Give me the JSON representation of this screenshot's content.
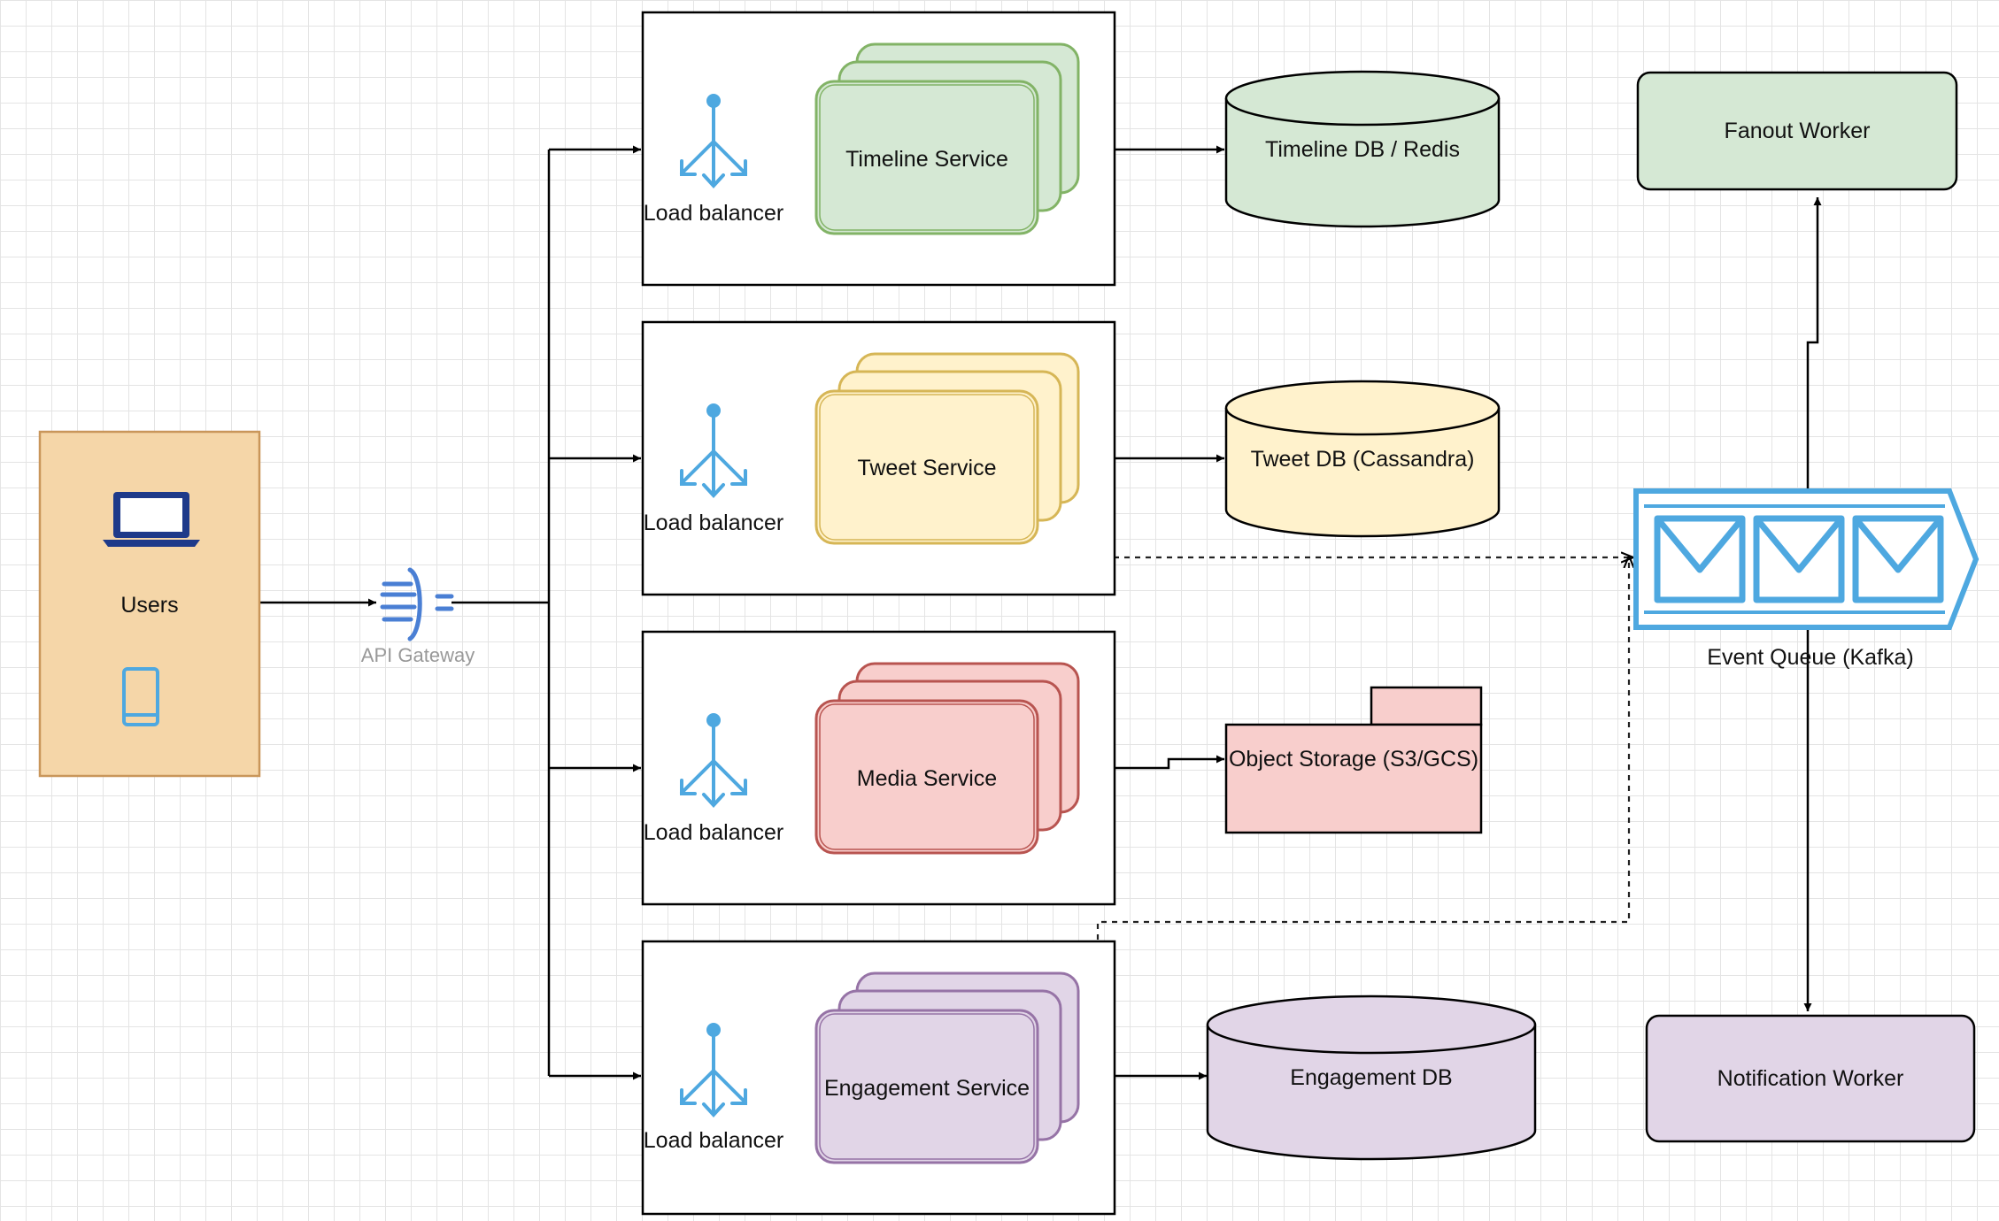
{
  "users": {
    "label": "Users"
  },
  "gateway": {
    "label": "API Gateway"
  },
  "services": [
    {
      "lb_label": "Load balancer",
      "name": "Timeline Service"
    },
    {
      "lb_label": "Load balancer",
      "name": "Tweet Service"
    },
    {
      "lb_label": "Load balancer",
      "name": "Media Service"
    },
    {
      "lb_label": "Load balancer",
      "name": "Engagement Service"
    }
  ],
  "stores": [
    {
      "name": "Timeline DB / Redis"
    },
    {
      "name": "Tweet DB (Cassandra)"
    },
    {
      "name": "Object Storage (S3/GCS)"
    },
    {
      "name": "Engagement DB"
    }
  ],
  "queue": {
    "label": "Event Queue (Kafka)"
  },
  "workers": {
    "fanout": "Fanout Worker",
    "notification": "Notification Worker"
  },
  "colors": {
    "users_fill": "#f5d6a8",
    "users_stroke": "#c9965a",
    "green_fill": "#d5e8d4",
    "green_stroke": "#82b366",
    "yellow_fill": "#fff2cc",
    "yellow_stroke": "#d6b656",
    "red_fill": "#f8cecc",
    "red_stroke": "#b85450",
    "purple_fill": "#e1d5e7",
    "purple_stroke": "#9673a6",
    "icon_blue": "#4ea8e0",
    "device_blue": "#1e3a8a"
  }
}
